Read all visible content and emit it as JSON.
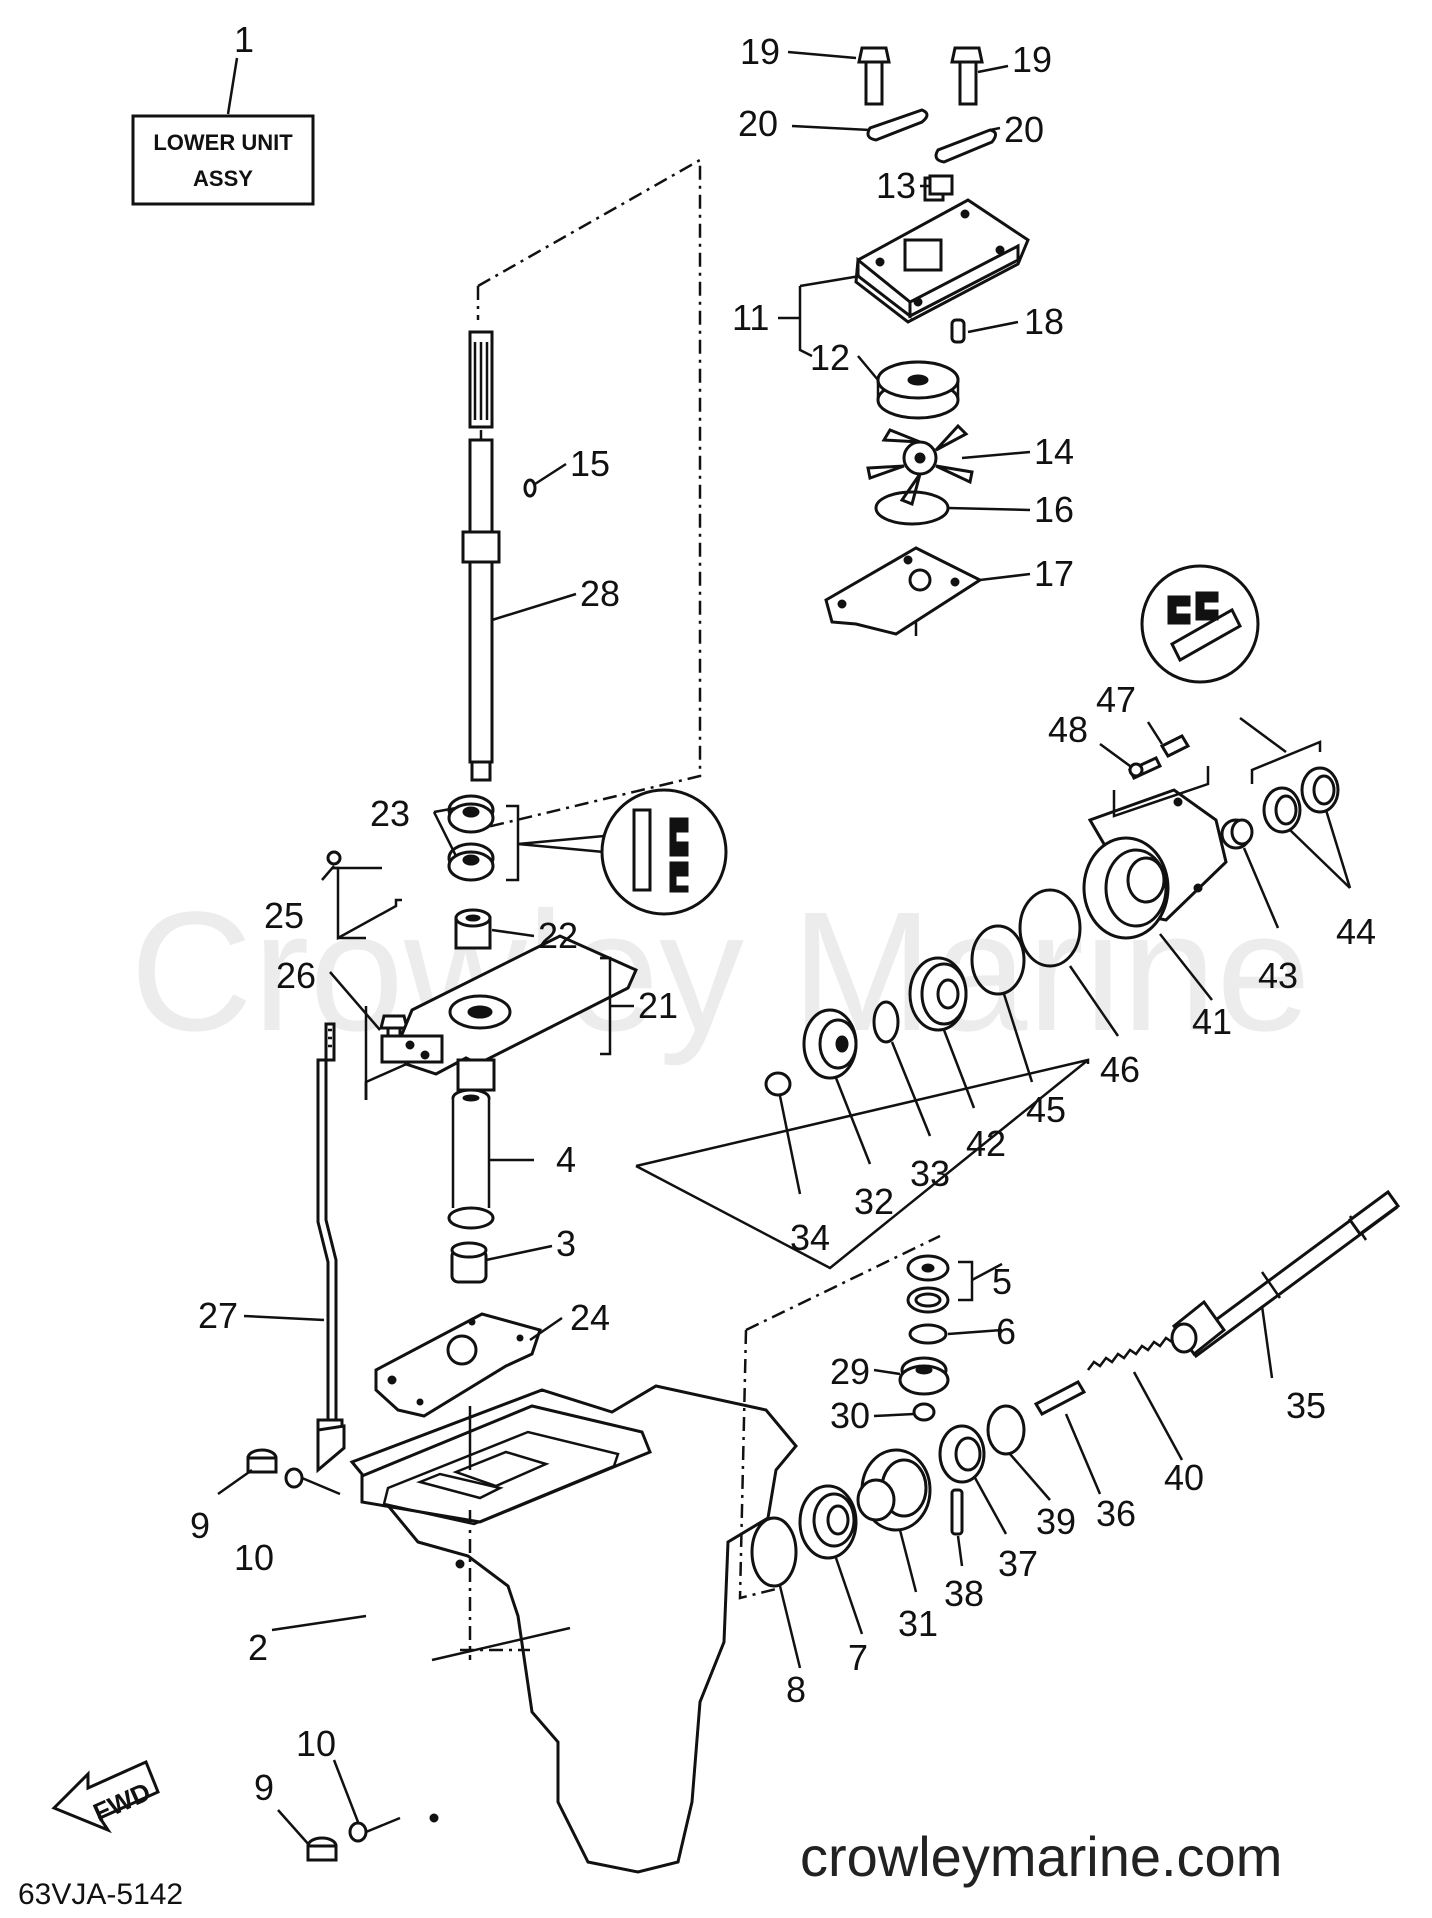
{
  "title_box": {
    "line1": "LOWER UNIT",
    "line2": "ASSY"
  },
  "watermark": "Crowley Marine",
  "site_url": "crowleymarine.com",
  "diagram_code": "63VJA-5142",
  "fwd_label": "FWD",
  "labels": {
    "l1": "1",
    "l2": "2",
    "l3": "3",
    "l4": "4",
    "l5": "5",
    "l6": "6",
    "l7": "7",
    "l8": "8",
    "l9a": "9",
    "l9b": "9",
    "l10a": "10",
    "l10b": "10",
    "l11": "11",
    "l12": "12",
    "l13": "13",
    "l14": "14",
    "l15": "15",
    "l16": "16",
    "l17": "17",
    "l18": "18",
    "l19a": "19",
    "l19b": "19",
    "l20a": "20",
    "l20b": "20",
    "l21": "21",
    "l22": "22",
    "l23": "23",
    "l24": "24",
    "l25": "25",
    "l26": "26",
    "l27": "27",
    "l28": "28",
    "l29": "29",
    "l30": "30",
    "l31": "31",
    "l32": "32",
    "l33": "33",
    "l34": "34",
    "l35": "35",
    "l36": "36",
    "l37": "37",
    "l38": "38",
    "l39": "39",
    "l40": "40",
    "l41": "41",
    "l42": "42",
    "l43": "43",
    "l44": "44",
    "l45": "45",
    "l46": "46",
    "l47": "47",
    "l48": "48"
  },
  "colors": {
    "ink": "#111111",
    "watermark": "#ececec",
    "paper": "#ffffff"
  },
  "icons": [
    "grease-callout-icon",
    "fwd-arrow-icon"
  ]
}
